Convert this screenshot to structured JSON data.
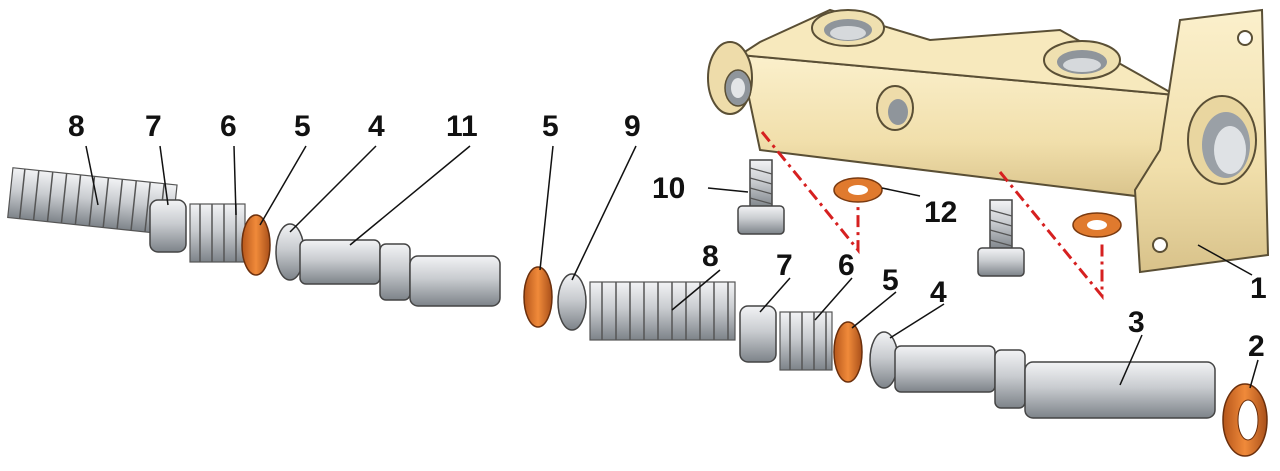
{
  "labels": {
    "n1": "1",
    "n2": "2",
    "n3": "3",
    "n4": "4",
    "n5": "5",
    "n6": "6",
    "n7": "7",
    "n8": "8",
    "n9": "9",
    "n10": "10",
    "n11": "11",
    "n12": "12"
  },
  "colors": {
    "body": "#f3e3b3",
    "body_shade": "#d9c58e",
    "seal": "#e07a2e",
    "metal": "#c9ccd0",
    "metal_dark": "#7d8389",
    "leader_dash": "#d62020",
    "text": "#111111"
  }
}
